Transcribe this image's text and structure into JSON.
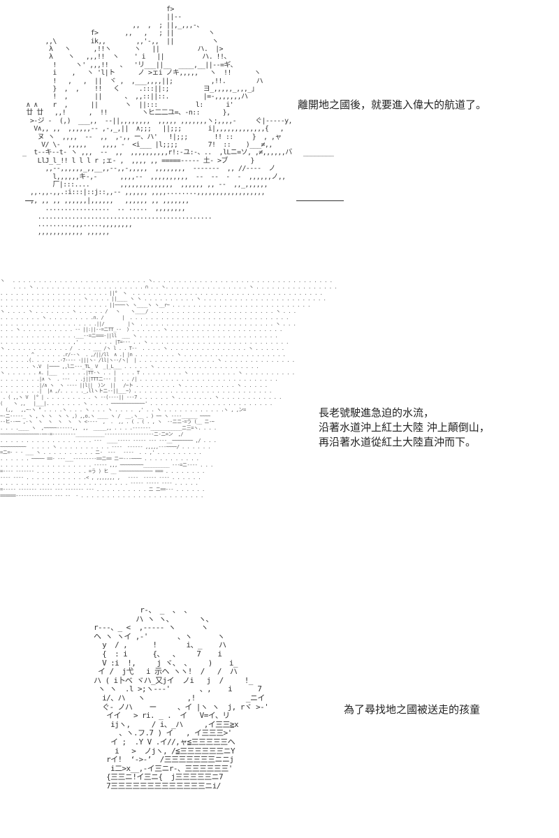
{
  "page": {
    "panels": [
      {
        "id": "sailing-ship",
        "art_description": "ASCII art of a large sailing ship with multiple masts and sails on the horizon",
        "caption": "離開地之國後，就要進入偉大的航道了。"
      },
      {
        "id": "ship-on-waterfall",
        "art_description": "ASCII art of a ship riding a rushing current with dotted sky and wave lines",
        "caption_lines": [
          "長老號駛進急迫的水流，",
          "沿著水道沖上紅土大陸 沖上顛倒山，",
          "再沿著水道從紅土大陸直沖而下。"
        ]
      },
      {
        "id": "child-portrait",
        "art_description": "ASCII art of a child with a large hat and striped cloak",
        "caption": "為了尋找地之國被送走的孩童"
      }
    ],
    "art": {
      "ship_top": "                                      f>\n                                      ||--\n                             ,,  ,  ; ||,_,,,-、\n                  f>       ,,   ,   ; ||         ヽ\n      ,,\\         ik,,        ,,'-,,  ||          ヽ\n       λ   ヽ      ,!!ヽ      ヽ   ||          ハ.  |>\n       λ    ヽ   ,,,!!  ヽ    ' i   ||          ハ. !!、\n        !     ヽ' ,,,!!   、  'リ___||__  ____,__||--=ギ、\n        i    ,   ヽ 'l|ト      ノ >ェi ノキ,,,,,   ヽ  !!      ヽ\n        !   ,   ,  ||  ヾ ,  ,___,,,,||;          ,!!.        ハ\n        }  ,  ,    !!   く     .:::||:;         ヨ_,,,,,_,,,_」\n        !  ,       ||      、 ,,::||::.         |=-,,,,,,,ハ\n ∧ ∧    r  ,      ||       ヽ  ||:::          l:      i'\n 廿 廿   ,,!      ,  !!         ヽヒ二二ユ=、-n::      },\n  >-ジ -  (,)  ___,,  --||,,,,,,,,  ,,,,, ,,,,,,,ヽ;,,,,-     ぐ|-----y,\n   V∧,, ,,  ,,,,,,-- ,-,_,||  ∧;;;   ||;;;       i|,,,,,,,,,,,,,{   ,\n    ヌ ヽ  ,,,,  --  ,,  ,-,, ー、ハ'   !|;;;       !! ::     }  , ,ャ\n     V/ \\-  ,,,,,    ,,,, -  <i___ |l;;;;        7!  ::    )___≠,,\n_  t--キ--t- ヽ ,,,  --  ,,  ,,,,,,,,,,r!:-ユ:-、..  ,lLニ=ソ, ,≠,,,,,,バ   ________\n    LlJ_l_!! l l l r ;ェ- ,  ,,,, ,, =====----- 土- >ブ      }\n      ,,--,,,,,,_,,__,,--,,-,,,,,  ,,,,,,,,  -------  ,, //----  ノ\n        l,,,,,,キ-,-      ,,,,--  ,,,,,,,,,,  --  --  -  -  ,,,,,,ノ,,\n        厂|:::....        ,,,,,,,,,,,,,,  ,,,,,, ,, --  ,,_,,,,,,\n  ,,.,,.,,.:i:::|::j::,,-- ,,,,,, ,,,,........,,,,,,,,,,,,,,,,,,\n  ,, ,, ,, ,,,,,,|,,,,,,   ,,,,,, ,, ,,,,,,,\n      .................  .. .....  ,,,,,,,,\n    ..............................................\n    .........,,,.....,,,,,,,,\n    ,,,,,,,,,,,, ,,,,,,",
      "sea_ship": "ヽ   . . . . . . . . . . . . . . . . . . . . . . . . . . ヽ. . . . . . . . . . . . . . . . . . . . . . . . . . . . . . . . . . .\n     . . . ヽ . . . . . . . . . . . . . . . . . . . . . ∩ . . ヽ. . . . . . . . . . . . . . . . ヽ . . . . . . . . . . . . . . . .\n. . . . . . . . . . . . . . . . . . . . . ||°  ヽ  . . . . . . . . . . . . . . . . . . . . . . . . . . . . . . . . . . . . .\n. . . . . . . . . . . . . . . . ヽ . . . . ||____ ヽ ヽ . . . . . . . . . . ヽ . . . . . . . . . . . . . . . . . . . . . . . .\n. . . . . . . . . . . . . . . . . . . . . ||~~~~ヽ ヽ____ヽ ヽ__r~ . . . . . . . . . . . . . . . . . . . . . . . . . . .\nヽ . . . . ヽ . . . . . . . ヽ . . . . . /   ヽ    ヽ____/ . . . . . . . . . . . . . . . . . . . . . . . . ヽ . . .\n. . . . . . . . ヽ . . . . . . . . .∩. /       |  . . . . . . . . . . . . . . . . . . . . . . . . . . . . . . .\n. . . . . . . . . . . . . . . . . . .||/         |ヽ  . . . . . . . . . . . . . . . . . . . . . . . . . . ヽ . . .\n. . . ヽ . . . . . . . . . . -- ||:||--=ニTT_--  ) . . . . . . ヽ . . . . . . . . . . . . . . . . . . . . . .\n. . . . . . . . . . . . . . .___--=ニ===-||ll  ___ ヽ . . . . . . . . . . . . . . . . . . . . . . . . . . .\n. . . . . . . . . . . . . . ,'  . . . . . . |T=--- . . ヽ . . . . . . . . . . . . . . . . . . . . . . . . . . .\nヽ . . . . . . . . . . . . /  . . . ___ /ヽ l . . T--  . . . . ヽ . . . . . . . . . . . . . . . ヽ . . . . . .\n. . . . . . ^ . . . . . .r/--ヽ  . ,/||/ll  ∧ .| |n . . . . . . . . ヽ . . . . . . . . . . . . . . . . . . . .\n. . . . . .(. . . . . .-7---- -|||ヽ- /ll|ヽ--/ヽ|  | . . . . . . . . . . . . . . . ヽ . . . . . . . . . . . . . .\n. . . . . . ヽ.V  |~~~~ ,,lニ---_TL_ V  _|_L___ . . . . . ヽ . . . . . . . . . . . . . . . . . . . .\nヽ . . . . . . ∧. |___  . . . . .|TT-ヽ . . |  . . . T . . . . . . . . ヽ . . . . . . . . . ヽ . . . . . . . . . .\n. . . . . . . .|∧ ヽ  . ---  . .j||TTTニ--- |  . . /| . . . . . . . . . . . . . . . . . . . . . . . . . . .\n. . . . . . . .|/∧ ヽ  ヽ ---- ||l||  )ン  ||   /~ト . . . . . . . . ヽ . . . . . . . . . . ヽ . . . . .\n. . . . . . . .|  |∧ ,/. . . . ._,llヽトニ--||___~) . . . . . . . . . . . . . . . . . . . . . . . . . . .\n . ( ,,ヽ V  |° | . . . . . . . . . ヽ --(----|| ---7 . . . . . . ヽ . . . . . . . ヽ . . . . . . . . . . . .\n(    ヽ ,,   |___|. . . . . . . ヽ . . . . ~~~~~~~~~~~~~' . . . . . . . . . . . . . . . . . . . . . . . .\n  (,,   ,,~-ヽ ° . . . .ヽ . . . ヽ . . . ヽ . . . .  ,' . . ヽ . . . . . . . . . . . .ヽ , ,ン=\n~-ニ-----_ ヽ , ヽ ヽ  ヽ ヽ ,) ,,o.ヽ ____ ヽ /  __.ヽ__ . ) ~~ ヽ ----______ ~~~~\n--ヒ--~~ ,-ヽ  ヽ  ヽ  ヽ  ヽ  ヽ <----  ,  .  ,, . ( . ( . , ヽ  --ニニ-=う (__ ニ-~\n. . . .____ ヽ  ,~~~~~------,,  ,,  _____,, . . . .-------____________ニ三=ヽ. . . .\n~~~~~~~~~~~~~~~-~~-=---------___________-------------------ニ-ニ=ン  ,/\n. . . . . . . . . . . . . . . . . . ---  ____----- ----- --- ---__~~~~~~~~ ,/ . . .\n~~~~~~~~~~  . . . . ヽ . . . . . . . . . . ----  ------ ,,,,,---~~~~/ . . . . . .\n=ニ=- - - ___ ヽ . . . . . . . . . . ニ-  ---   ----  . . ,' . . . . . . . . .\n. . . . . . ~~~~~ ==- ---___---------==ニ== ニー---~~~~ . . . . . . . . . . .\n. . . . . . . . . . . . . . . . . . ----- ,,, ~~~~~~~~~__________ ---=ニ---- . . .\n=---- ------- . . . . . . . . . . =う ) ヒ __ ~~~~~~~~~~~~~ === . . . . . . . .\n---- ---- . . . . . . . . . . . .< , ,,,,,,, ,   ----  ----- ---- . . . . . .\n. . . . . . . . . . . . . . . . . . . . . . . . . ----- ----- ---- . . . . .\n=----- ------- ----- --- ------- --- . . . . . . . . . . ニ ニ==--- . . . . . .\n======-------------- --- --  - . . . . . . . . . . . . . . . . . . . . . . . .",
      "child": "            r-、 _  、 、\n           ハ ヽ ヽ、      ヽ、\n r---、_ <  ,----- ヽ      ヽ\n ヘ ヽ ヽイ ,-'       、ヽ      ヽ\n   y  / ,      !       i、_    ハ\n   {  : i      {、  、    7    i\n   V :i  !,     j ヾ、 、    )    i_\n  イ /  j弋   i 示ヘ ヽヽ!  /   /  ハ\n ハ ( i卜ベ ヾハ_又jイ  ノi   j  /     !_\n  ヽ ヽ  .l >;ヽ---'       、,    i      7\n   i/、ハ   ヽ          ,!            _ニイ\n   ぐ- ノハ    ー     、イ |ヽ ヽ  j, rヾ >-'\n    イイ   > ri. _ .  イ   V=イ、リ\n     ijヽ,     / i、_ハ     ,イ三三≧x\n       、ヽ.フ.7 ) イ   , イ三三三>'\n     イ ;  .Y V .イ//,ャ≦三三三三三ヘ\n      i   >  ノjヽ, /≦三三三三三三ニY\n    rイ!  ‘->-’  /三三三三三三三ニニj\n     i二>x__,-イ三ニr-、三三三三三三'\n    {三三ニ!イ三ニ{  j三三三三三ニ7\n    7三三三三三三三三三三三三三ニi/"
    }
  }
}
